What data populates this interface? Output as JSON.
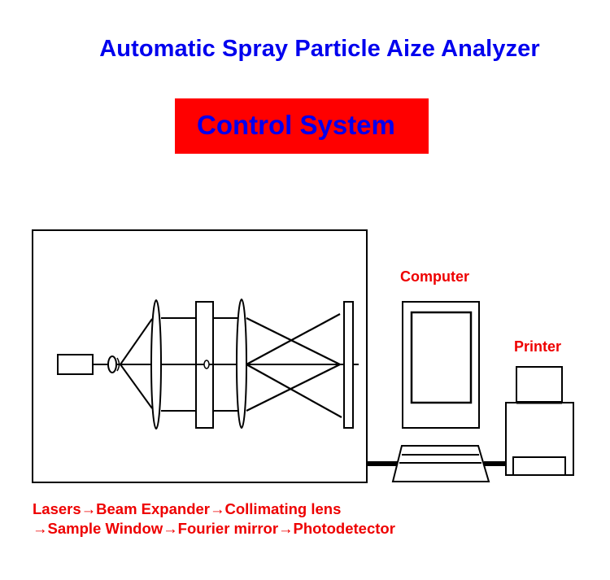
{
  "header": {
    "title": "Automatic Spray Particle Aize Analyzer",
    "banner": "Control System",
    "title_color": "#0000ee",
    "banner_bg": "#ff0000"
  },
  "diagram": {
    "optical_box": "optical-system",
    "components": [
      "laser",
      "beam-expander",
      "collimating-lens",
      "sample-window",
      "fourier-lens",
      "photodetector"
    ],
    "devices": {
      "computer_label": "Computer",
      "printer_label": "Printer"
    }
  },
  "caption": {
    "line1": "Lasers→Beam Expander→Collimating lens",
    "line2": "→Sample Window→Fourier mirror→Photodetector",
    "color": "#ee0000"
  }
}
